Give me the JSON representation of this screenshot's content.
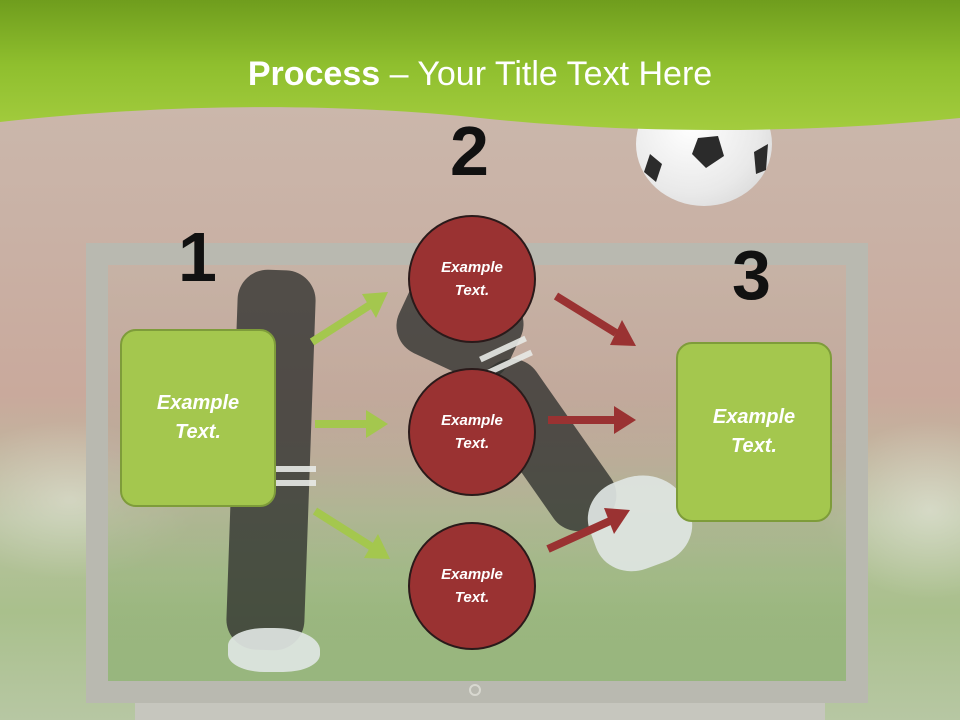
{
  "title": {
    "bold": "Process",
    "rest": " – Your Title Text Here"
  },
  "steps": {
    "n1": "1",
    "n2": "2",
    "n3": "3"
  },
  "left_box": {
    "line1": "Example",
    "line2": "Text."
  },
  "right_box": {
    "line1": "Example",
    "line2": "Text."
  },
  "circles": [
    {
      "line1": "Example",
      "line2": "Text."
    },
    {
      "line1": "Example",
      "line2": "Text."
    },
    {
      "line1": "Example",
      "line2": "Text."
    }
  ],
  "colors": {
    "header_green": "#8fbf2e",
    "box_green": "#a4c74e",
    "circle_red": "#9a3232",
    "arrow_green": "#a4c74e",
    "arrow_red": "#9a3232"
  }
}
